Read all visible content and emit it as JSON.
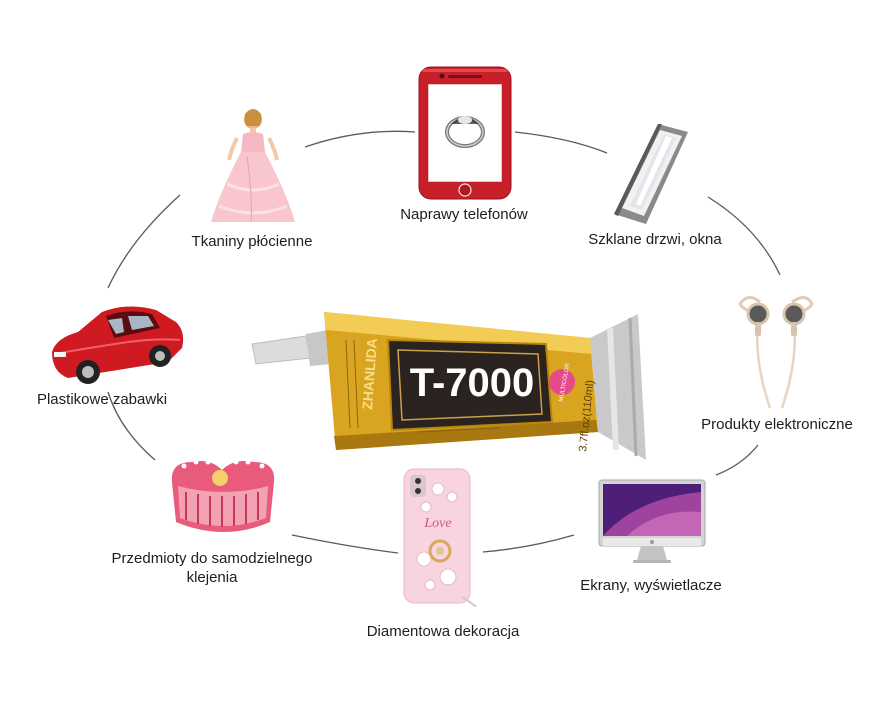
{
  "labels": {
    "phone_repair": "Naprawy telefonów",
    "fabrics": "Tkaniny płócienne",
    "glass": "Szklane drzwi, okna",
    "toys": "Plastikowe zabawki",
    "electronics": "Produkty elektroniczne",
    "diy_line1": "Przedmioty do samodzielnego",
    "diy_line2": "klejenia",
    "screens": "Ekrany, wyświetlacze",
    "diamond": "Diamentowa dekoracja"
  },
  "product": {
    "brand_vertical": "ZHANLIDA",
    "name": "T-7000",
    "badge": "MULTICOLOR",
    "volume": "3.7fl.oz(110ml)"
  },
  "decoration_text": "Love",
  "colors": {
    "tube_gold": "#d9a521",
    "tube_silver": "#c9c9c9",
    "label_dark": "#2a2320",
    "phone_red": "#c8202a",
    "car_red": "#d01a22",
    "arc_gray": "#555555"
  }
}
